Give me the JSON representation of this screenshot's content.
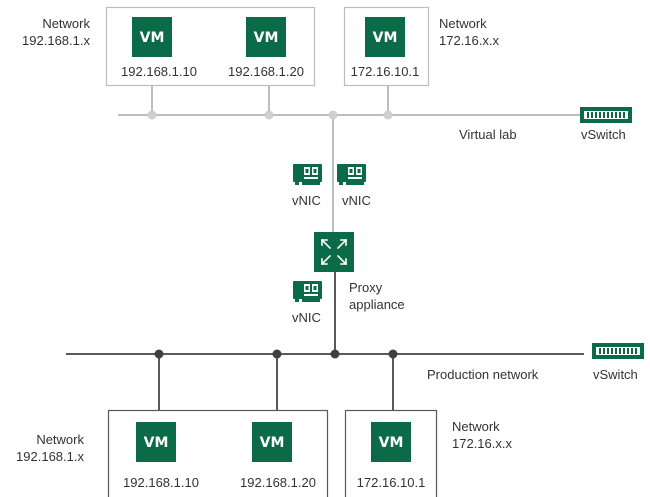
{
  "colors": {
    "brand_green": "#0b6b48",
    "line_light": "#b7b7b7",
    "line_dark": "#595959",
    "dot_light": "#cfcfcf",
    "dot_dark": "#404040",
    "text": "#333333"
  },
  "icons": {
    "vm": "vm-icon",
    "vnic": "vnic-card-icon",
    "vswitch": "vswitch-icon",
    "proxy": "proxy-appliance-icon"
  },
  "virtual_lab": {
    "label": "Virtual lab",
    "switch_label": "vSwitch",
    "network_left": {
      "line1": "Network",
      "line2": "192.168.1.x"
    },
    "network_right": {
      "line1": "Network",
      "line2": "172.16.x.x"
    },
    "vms": [
      {
        "badge": "VM",
        "ip": "192.168.1.10"
      },
      {
        "badge": "VM",
        "ip": "192.168.1.20"
      },
      {
        "badge": "VM",
        "ip": "172.16.10.1"
      }
    ]
  },
  "proxy": {
    "vnic_left": "vNIC",
    "vnic_right": "vNIC",
    "vnic_bottom": "vNIC",
    "label_line1": "Proxy",
    "label_line2": "appliance"
  },
  "production": {
    "label": "Production network",
    "switch_label": "vSwitch",
    "network_left": {
      "line1": "Network",
      "line2": "192.168.1.x"
    },
    "network_right": {
      "line1": "Network",
      "line2": "172.16.x.x"
    },
    "vms": [
      {
        "badge": "VM",
        "ip": "192.168.1.10"
      },
      {
        "badge": "VM",
        "ip": "192.168.1.20"
      },
      {
        "badge": "VM",
        "ip": "172.16.10.1"
      }
    ]
  }
}
